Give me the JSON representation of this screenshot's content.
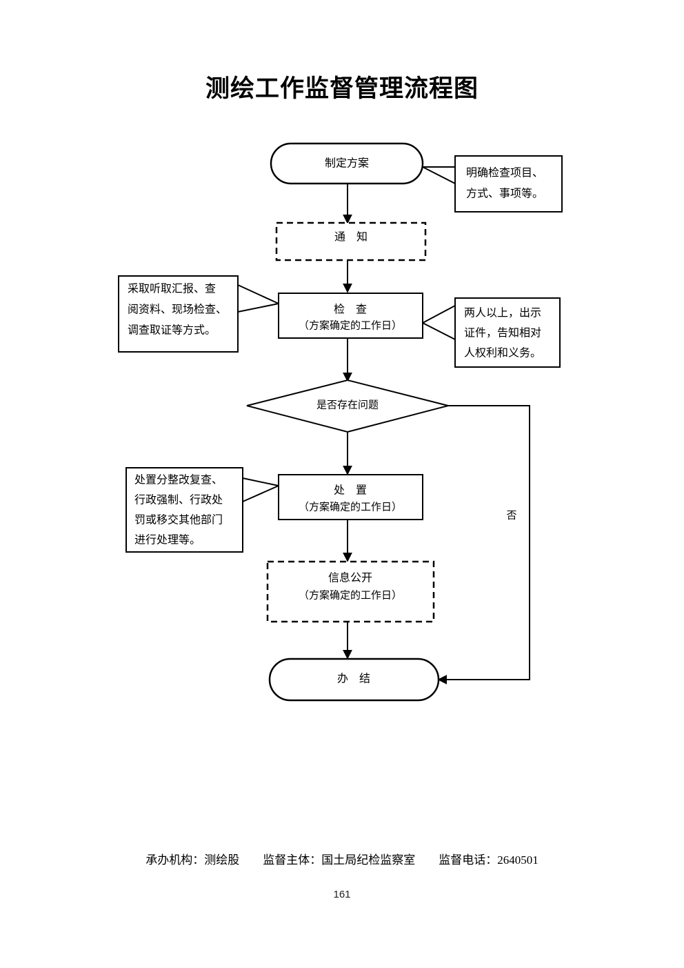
{
  "document": {
    "title": "测绘工作监督管理流程图",
    "page_number": "161",
    "footer": "承办机构：测绘股        监督主体：国土局纪检监察室        监督电话：2640501"
  },
  "flowchart": {
    "type": "flowchart",
    "orientation": "top-to-bottom",
    "nodes": [
      {
        "id": "plan",
        "shape": "stadium",
        "border": "solid",
        "line1": "制定方案",
        "line2": ""
      },
      {
        "id": "notice",
        "shape": "rect",
        "border": "dashed",
        "line1": "通　知",
        "line2": ""
      },
      {
        "id": "inspect",
        "shape": "rect",
        "border": "solid",
        "line1": "检　查",
        "line2": "（方案确定的工作日）"
      },
      {
        "id": "decision",
        "shape": "diamond",
        "border": "solid",
        "line1": "是否存在问题",
        "line2": ""
      },
      {
        "id": "dispose",
        "shape": "rect",
        "border": "solid",
        "line1": "处　置",
        "line2": "（方案确定的工作日）"
      },
      {
        "id": "disclose",
        "shape": "rect",
        "border": "dashed",
        "line1": "信息公开",
        "line2": "（方案确定的工作日）"
      },
      {
        "id": "finish",
        "shape": "stadium",
        "border": "solid",
        "line1": "办　结",
        "line2": ""
      }
    ],
    "branch_labels": [
      {
        "id": "no-branch",
        "text": "否"
      }
    ],
    "callouts": [
      {
        "id": "plan-note",
        "attached_to": "plan",
        "side": "right",
        "lines": [
          "明确检查项目、",
          "方式、事项等。"
        ]
      },
      {
        "id": "inspect-note-left",
        "attached_to": "inspect",
        "side": "left",
        "lines": [
          "采取听取汇报、查",
          "阅资料、现场检查、",
          "调查取证等方式。"
        ]
      },
      {
        "id": "inspect-note-right",
        "attached_to": "inspect",
        "side": "right",
        "lines": [
          "两人以上，出示",
          "证件，告知相对",
          "人权利和义务。"
        ]
      },
      {
        "id": "dispose-note-left",
        "attached_to": "dispose",
        "side": "left",
        "lines": [
          "处置分整改复查、",
          "行政强制、行政处",
          "罚或移交其他部门",
          "进行处理等。"
        ]
      }
    ]
  },
  "colors": {
    "stroke": "#000000",
    "fill": "#ffffff",
    "text": "#000000"
  }
}
